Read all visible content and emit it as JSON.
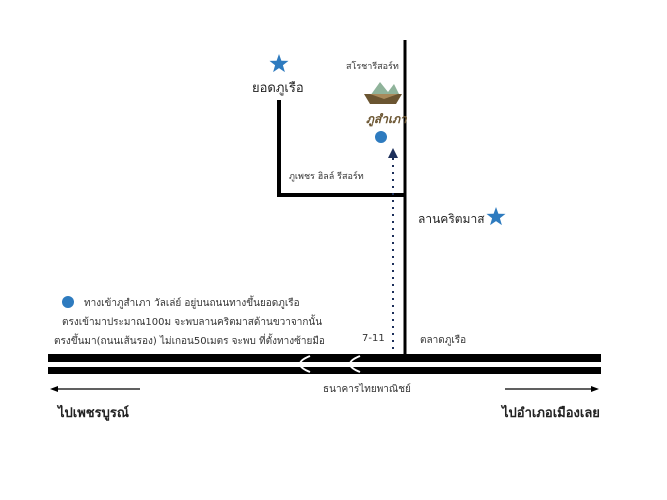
{
  "landmarks": {
    "peak": "ยอดภูเรือ",
    "saroja": "สโรชารีสอร์ท",
    "logo_text": "ภูสำเภา",
    "phupetch": "ภูเพชร ฮิลล์ รีสอร์ท",
    "christmas_field": "ลานคริตมาส",
    "seven_eleven": "7-11",
    "market": "ตลาดภูเรือ",
    "bank": "ธนาคารไทยพาณิชย์"
  },
  "directions": {
    "left": "ไปเพชรบูรณ์",
    "right": "ไปอำเภอเมืองเลย"
  },
  "note": {
    "line1": "ทางเข้าภูสำเภา วัลเล่ย์ อยู่บนถนนทางขึ้นยอดภูเรือ",
    "line2": "ตรงเข้ามาประมาณ100ม จะพบลานคริตมาสด้านขวาจากนั้น",
    "line3": "ตรงขึ้นมา(ถนนเส้นรอง) ไม่เกอน50เมตร จะพบ ที่ตั้งทางซ้ายมือ"
  },
  "colors": {
    "marker": "#2e7bbf",
    "road": "#000000"
  }
}
